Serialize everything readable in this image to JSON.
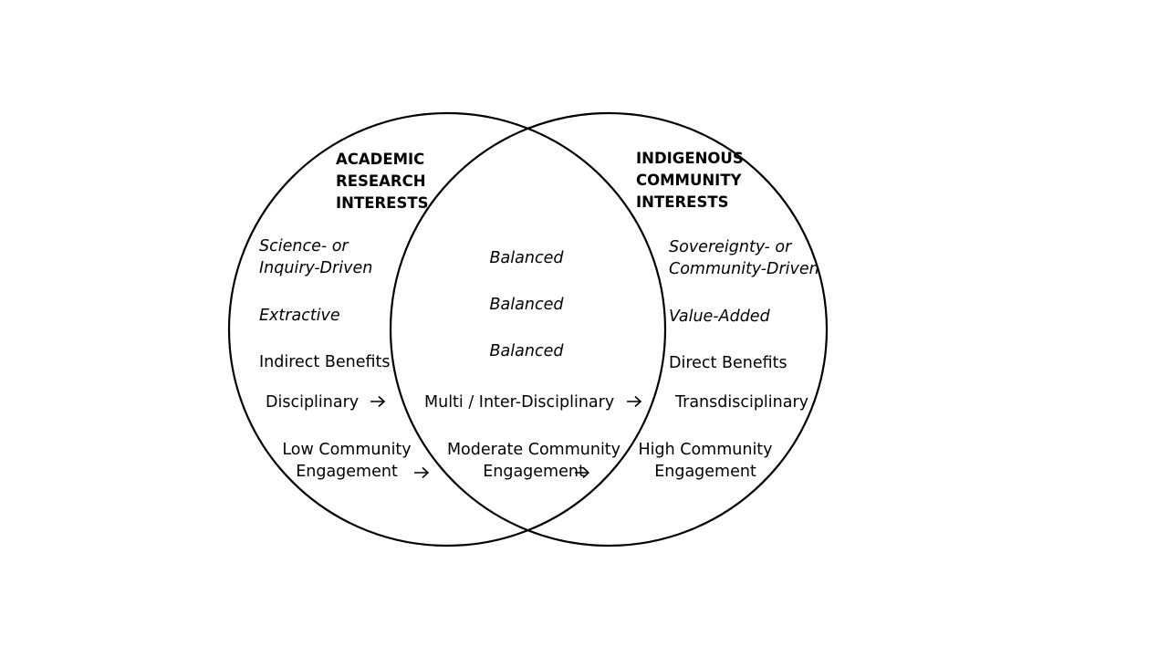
{
  "left_circle": {
    "title": "ACADEMIC\nRESEARCH\nINTERESTS",
    "driver": "Science- or\nInquiry-Driven",
    "mode": "Extractive",
    "benefits": "Indirect Benefits",
    "discipline": "Disciplinary",
    "engagement": "Low Community\nEngagement"
  },
  "right_circle": {
    "title": "INDIGENOUS\nCOMMUNITY\nINTERESTS",
    "driver": "Sovereignty- or\nCommunity-Driven",
    "mode": "Value-Added",
    "benefits": "Direct Benefits",
    "discipline": "Transdisciplinary",
    "engagement": "High Community\nEngagement"
  },
  "overlap": {
    "row1": "Balanced",
    "row2": "Balanced",
    "row3": "Balanced",
    "discipline": "Multi / Inter-Disciplinary",
    "engagement": "Moderate Community\nEngagement"
  }
}
